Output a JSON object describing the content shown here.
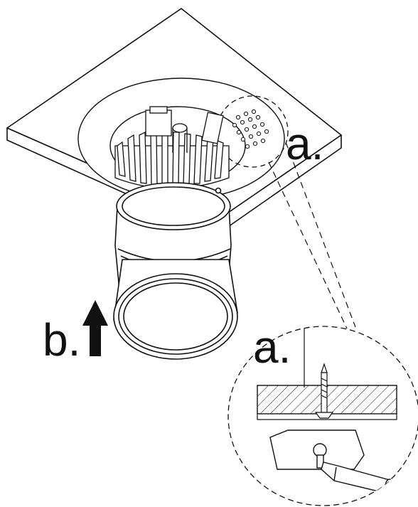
{
  "labels": {
    "detail_marker_top": "a.",
    "detail_marker_inset": "a.",
    "direction_marker": "b."
  },
  "colors": {
    "stroke": "#111111",
    "background": "#ffffff"
  },
  "icons": {
    "arrow": "up-arrow-icon",
    "screwdriver": "screwdriver-icon",
    "screw": "screw-icon"
  }
}
